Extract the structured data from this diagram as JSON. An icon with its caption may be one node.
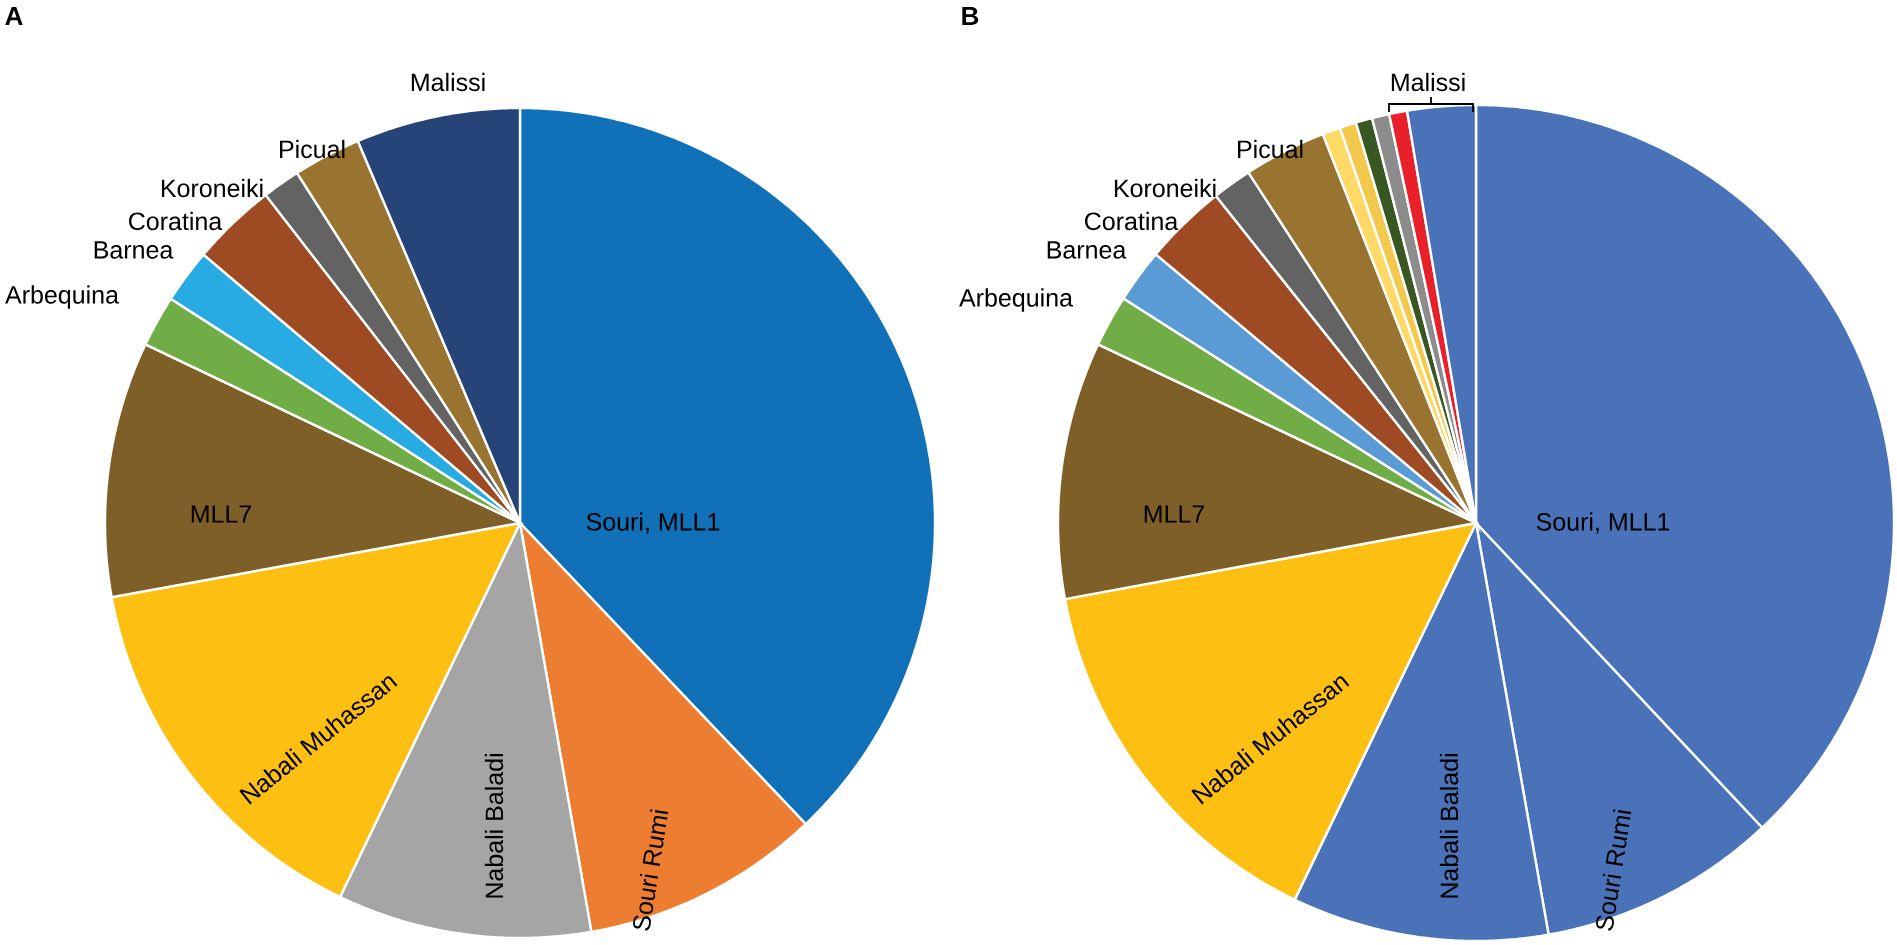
{
  "diagram": {
    "labels": [
      "A",
      "Malissi",
      "Picual",
      "Koroneiki",
      "Coratina",
      "Barnea",
      "Arbequina",
      "MLL7",
      "Souri, MLL1",
      "Nabali Muhassan",
      "Nabali Baladi",
      "Souri Rumi",
      "B",
      "Malissi",
      "Picual",
      "Koroneiki",
      "Coratina",
      "Barnea",
      "Arbequina",
      "MLL7",
      "Souri, MLL1",
      "Nabali Muhassan",
      "Nabali Baladi",
      "Souri Rumi"
    ]
  }
}
